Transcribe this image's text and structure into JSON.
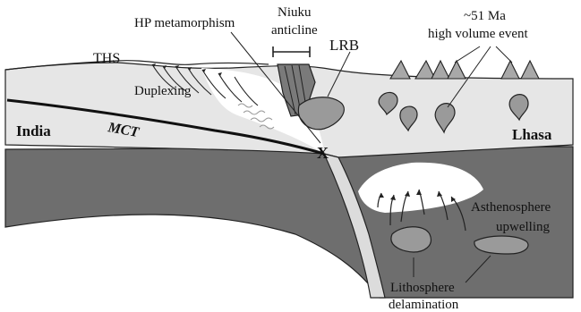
{
  "labels": {
    "ths": "THS",
    "hp_metamorphism": "HP metamorphism",
    "niuku_line1": "Niuku",
    "niuku_line2": "anticline",
    "lrb": "LRB",
    "event_line1": "~51 Ma",
    "event_line2": "high volume event",
    "duplexing": "Duplexing",
    "india": "India",
    "mct": "MCT",
    "lhasa": "Lhasa",
    "x_mark": "X",
    "asth_line1": "Asthenosphere",
    "asth_line2": "upwelling",
    "litho_line1": "Lithosphere",
    "litho_line2": "delamination"
  },
  "colors": {
    "mantle": "#6e6e6e",
    "crust": "#e6e6e6",
    "slab": "#dcdcdc",
    "blobs": "#9a9a9a",
    "volcano": "#a8a8a8",
    "white_wedge": "#ffffff",
    "outline": "#222222"
  }
}
